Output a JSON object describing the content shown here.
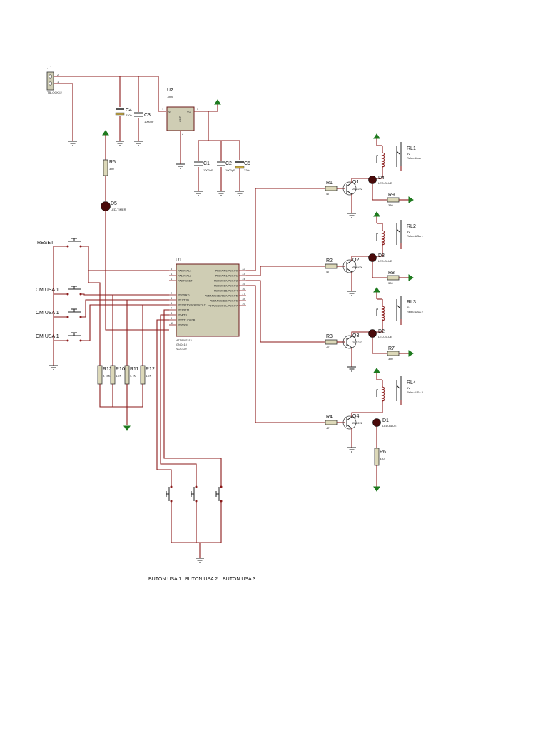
{
  "parts": {
    "j1": {
      "ref": "J1",
      "value": "TBLOCK-I2",
      "pin1": "1",
      "pin2": "2"
    },
    "u2": {
      "ref": "U2",
      "value": "7805",
      "vi": "VI",
      "vo": "VO",
      "gnd": "GND",
      "p1": "1",
      "p2": "2",
      "p3": "3"
    },
    "c1": {
      "ref": "C1",
      "value": "1000pF"
    },
    "c2": {
      "ref": "C2",
      "value": "1000pF"
    },
    "c3": {
      "ref": "C3",
      "value": "1000pF"
    },
    "c4": {
      "ref": "C4",
      "value": "220u"
    },
    "c5": {
      "ref": "C5",
      "value": "220u"
    },
    "r5": {
      "ref": "R5",
      "value": "330"
    },
    "d5": {
      "ref": "D5",
      "value": "LED-TIMER"
    },
    "r13": {
      "ref": "R13",
      "value": "9.78K"
    },
    "r10": {
      "ref": "R10",
      "value": "4.7K"
    },
    "r11": {
      "ref": "R11",
      "value": "4.7K"
    },
    "r12": {
      "ref": "R12",
      "value": "4.7K"
    },
    "r1": {
      "ref": "R1",
      "value": "47"
    },
    "r2": {
      "ref": "R2",
      "value": "47"
    },
    "r3": {
      "ref": "R3",
      "value": "47"
    },
    "r4": {
      "ref": "R4",
      "value": "47"
    },
    "q1": {
      "ref": "Q1",
      "value": "2N2222"
    },
    "q2": {
      "ref": "Q2",
      "value": "2N2222"
    },
    "q3": {
      "ref": "Q3",
      "value": "2N2222"
    },
    "q4": {
      "ref": "Q4",
      "value": "2N2222"
    },
    "d1": {
      "ref": "D1",
      "value": "LED-BLUE"
    },
    "d2": {
      "ref": "D2",
      "value": "LED-BLUE"
    },
    "d3": {
      "ref": "D3",
      "value": "LED-BLUE"
    },
    "d4": {
      "ref": "D4",
      "value": "LED-BLUE"
    },
    "r6": {
      "ref": "R6",
      "value": "330"
    },
    "r7": {
      "ref": "R7",
      "value": "330"
    },
    "r8": {
      "ref": "R8",
      "value": "330"
    },
    "r9": {
      "ref": "R9",
      "value": "330"
    },
    "rl1": {
      "ref": "RL1",
      "voltage": "5V",
      "value": "Releu timer"
    },
    "rl2": {
      "ref": "RL2",
      "voltage": "5V",
      "value": "Releu USA 1"
    },
    "rl3": {
      "ref": "RL3",
      "voltage": "5V",
      "value": "Releu USA 2"
    },
    "rl4": {
      "ref": "RL4",
      "voltage": "5V",
      "value": "Releu USA 3"
    }
  },
  "u1": {
    "ref": "U1",
    "left_pins": [
      {
        "num": "5",
        "label": "PA0/XTAL1"
      },
      {
        "num": "4",
        "label": "PA1/XTAL2"
      },
      {
        "num": "1",
        "label": "PA2/RESET"
      },
      {
        "num": "2",
        "label": "PD0/RXD"
      },
      {
        "num": "3",
        "label": "PD1/TXD"
      },
      {
        "num": "6",
        "label": "PD2/INT0/XCK/CKOUT"
      },
      {
        "num": "7",
        "label": "PD3/INT1"
      },
      {
        "num": "8",
        "label": "PD4/T0"
      },
      {
        "num": "9",
        "label": "PD5/T1/OC0B"
      },
      {
        "num": "11",
        "label": "PD6/ICP"
      }
    ],
    "right_pins": [
      {
        "num": "12",
        "label": "PB0/AIN0/PCINT0"
      },
      {
        "num": "13",
        "label": "PB1/AIN1/PCINT1"
      },
      {
        "num": "14",
        "label": "PB2/OC0A/PCINT2"
      },
      {
        "num": "15",
        "label": "PB3/OC1A/PCINT3"
      },
      {
        "num": "16",
        "label": "PB4/OC1B/PCINT4"
      },
      {
        "num": "17",
        "label": "PB5/MOSI/DI/SDA/PCINT5"
      },
      {
        "num": "18",
        "label": "PB6/MISO/DO/PCINT6"
      },
      {
        "num": "19",
        "label": "PB7/USCK/SCL/PCINT7"
      }
    ],
    "footer": [
      "ATTINY2313",
      "GND=10",
      "VCC=20"
    ]
  },
  "labels": {
    "reset": "RESET",
    "cm1": "CM USA 1",
    "cm2": "CM USA 1",
    "cm3": "CM USA 1",
    "buton1": "BUTON USA 1",
    "buton2": "BUTON USA 2",
    "buton3": "BUTON USA 3"
  },
  "colors": {
    "wire": "#8b1a1a",
    "ic_fill": "#cfcdb4",
    "power_arrow": "#1f7a1f"
  }
}
